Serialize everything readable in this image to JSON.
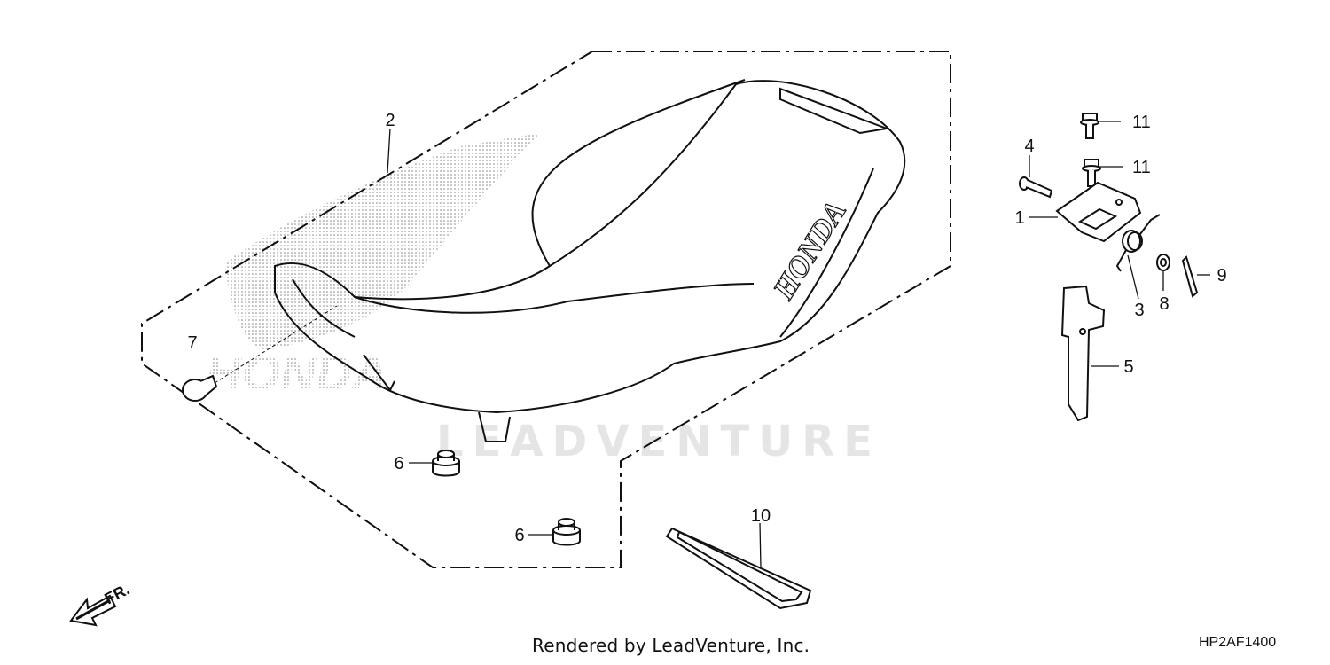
{
  "callouts": {
    "c1": "1",
    "c2": "2",
    "c3": "3",
    "c4": "4",
    "c5": "5",
    "c6a": "6",
    "c6b": "6",
    "c7": "7",
    "c8": "8",
    "c9": "9",
    "c10": "10",
    "c11a": "11",
    "c11b": "11"
  },
  "seat_logo": "HONDA",
  "watermark_logo": "HONDA",
  "watermark_text": "LEADVENTURE",
  "direction_label": "FR.",
  "footer": {
    "rendered_by": "Rendered by LeadVenture, Inc.",
    "diagram_code": "HP2AF1400"
  },
  "colors": {
    "line": "#111111",
    "watermark": "#c8c8c8"
  }
}
